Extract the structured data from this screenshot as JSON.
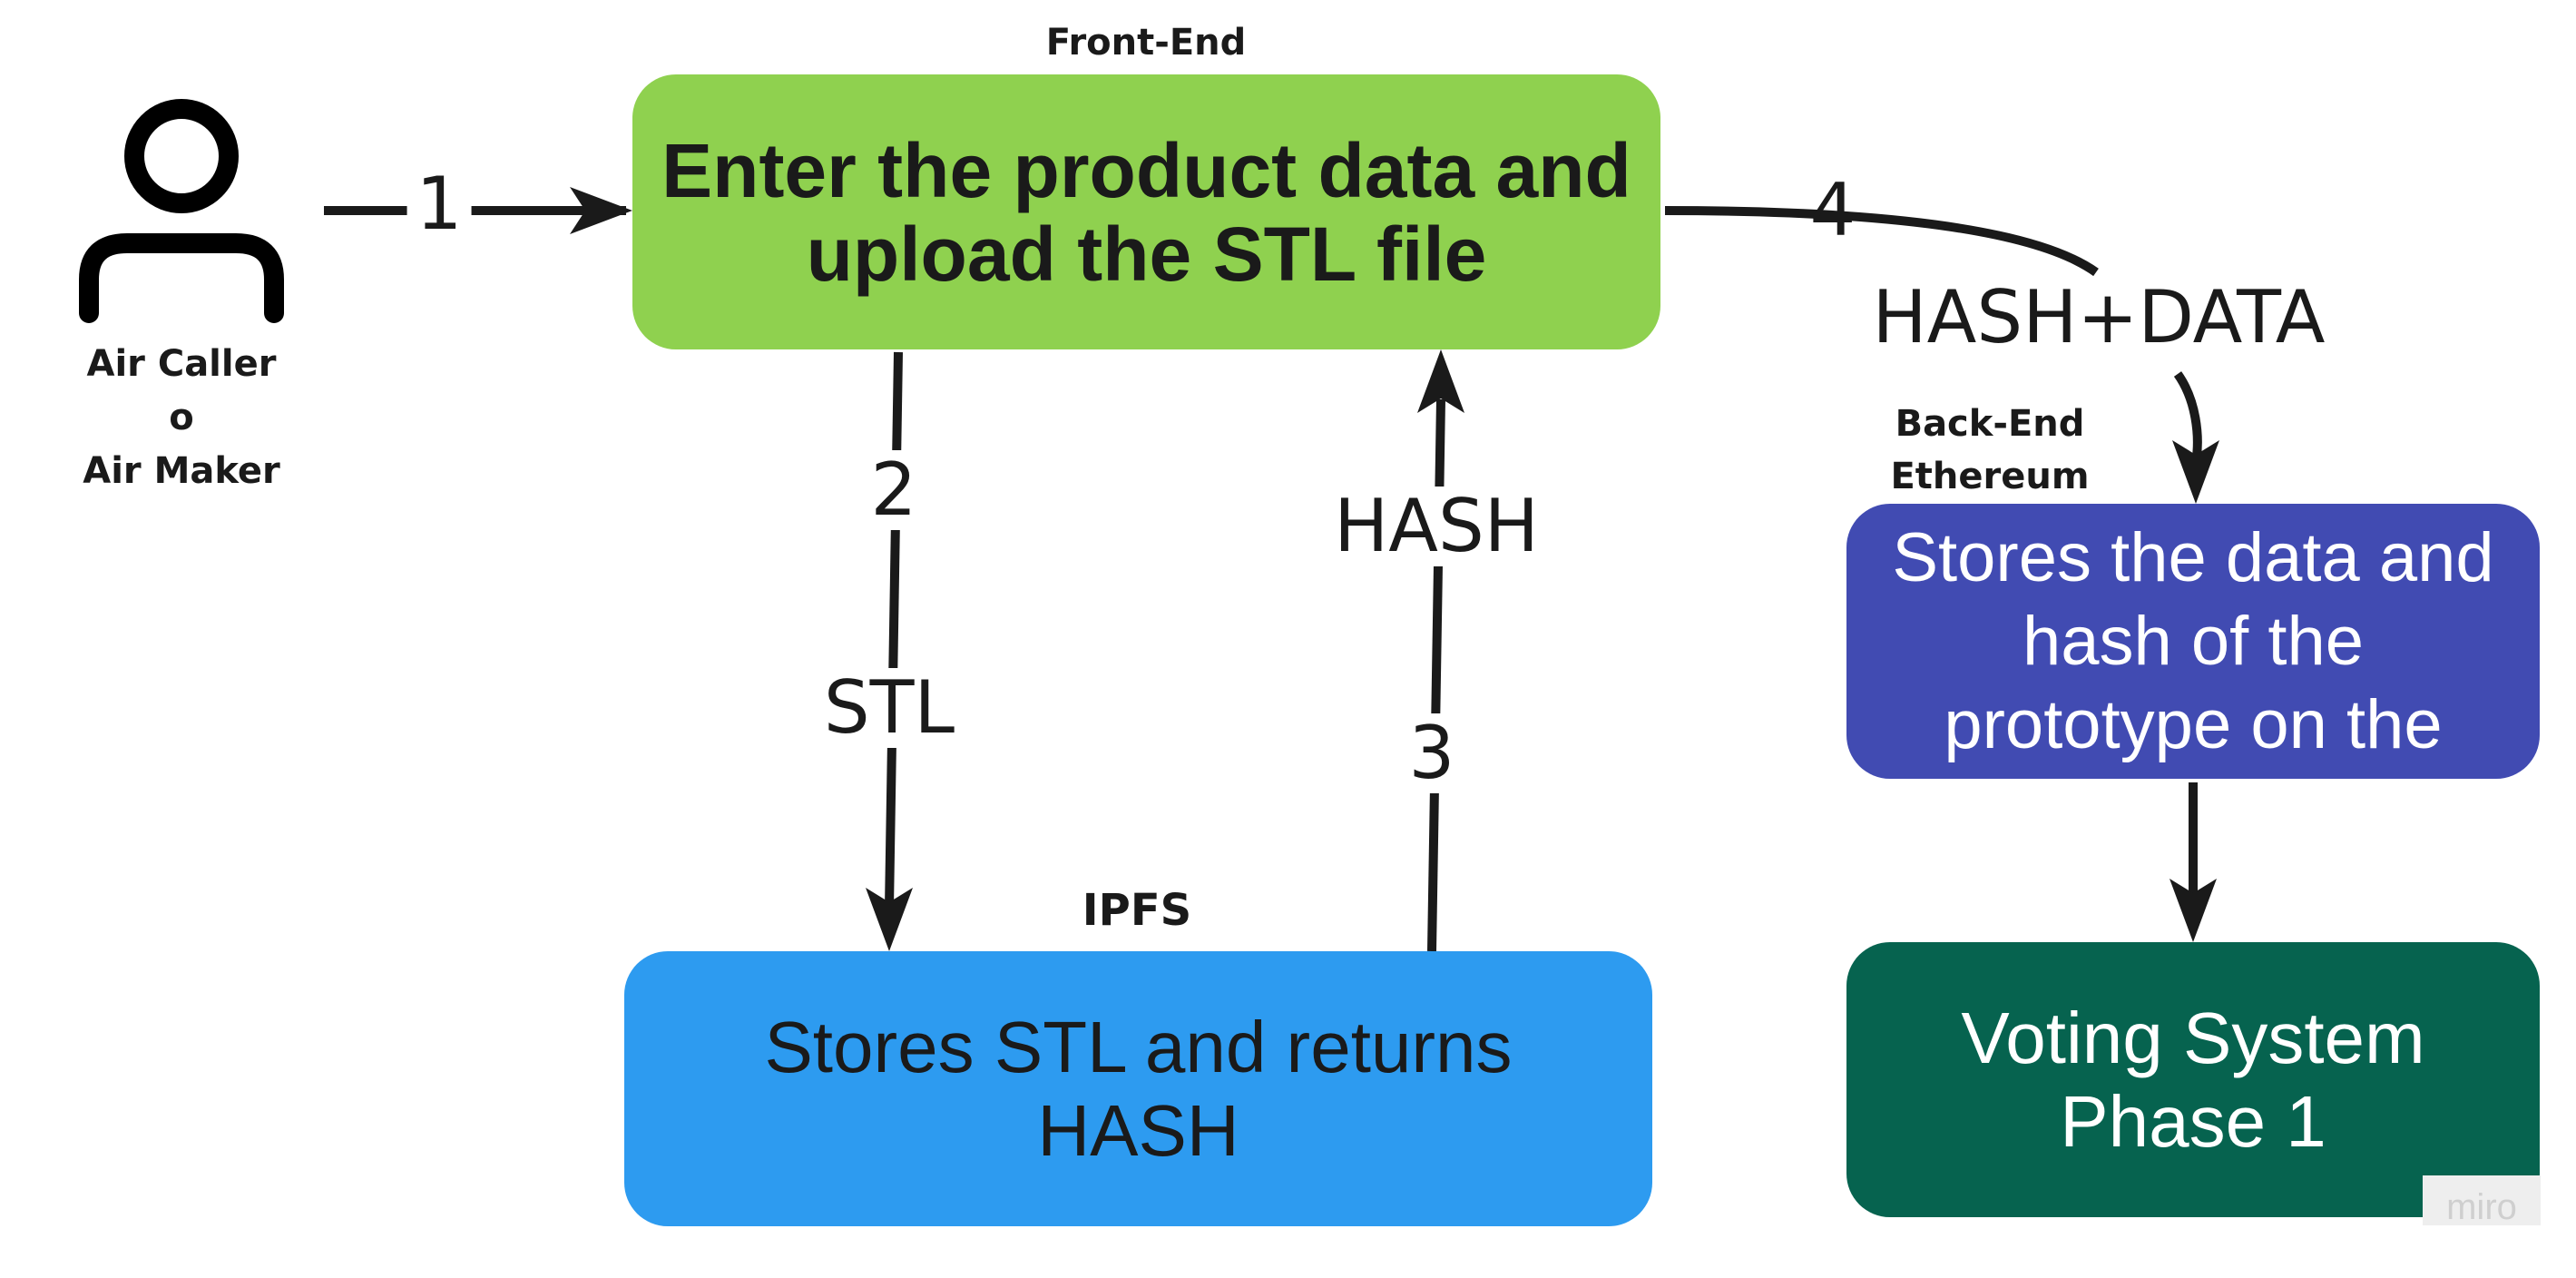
{
  "actor": {
    "icon": "user-icon",
    "label": "Air Caller\no\nAir Maker"
  },
  "nodes": {
    "frontend": {
      "heading": "Front-End",
      "text": "Enter the product data and\nupload the STL file",
      "color": "#8fd14f"
    },
    "ipfs": {
      "heading": "IPFS",
      "text": "Stores STL and returns\nHASH",
      "color": "#2d9bf0"
    },
    "ethereum": {
      "heading": "Back-End\nEthereum",
      "text": "Stores the data and\nhash of the\nprototype on the",
      "color": "#414bb2"
    },
    "voting": {
      "text": "Voting System\nPhase 1",
      "color": "#06634f"
    }
  },
  "connections": [
    {
      "from": "actor",
      "to": "frontend",
      "label": "1"
    },
    {
      "from": "frontend",
      "to": "ipfs",
      "label": "2",
      "sublabel": "STL"
    },
    {
      "from": "ipfs",
      "to": "frontend",
      "label": "3",
      "sublabel": "HASH"
    },
    {
      "from": "frontend",
      "to": "ethereum",
      "label": "4",
      "sublabel": "HASH+DATA"
    },
    {
      "from": "ethereum",
      "to": "voting",
      "label": ""
    }
  ],
  "watermark": "miro",
  "colors": {
    "line": "#1a1a1a",
    "background": "#ffffff"
  }
}
